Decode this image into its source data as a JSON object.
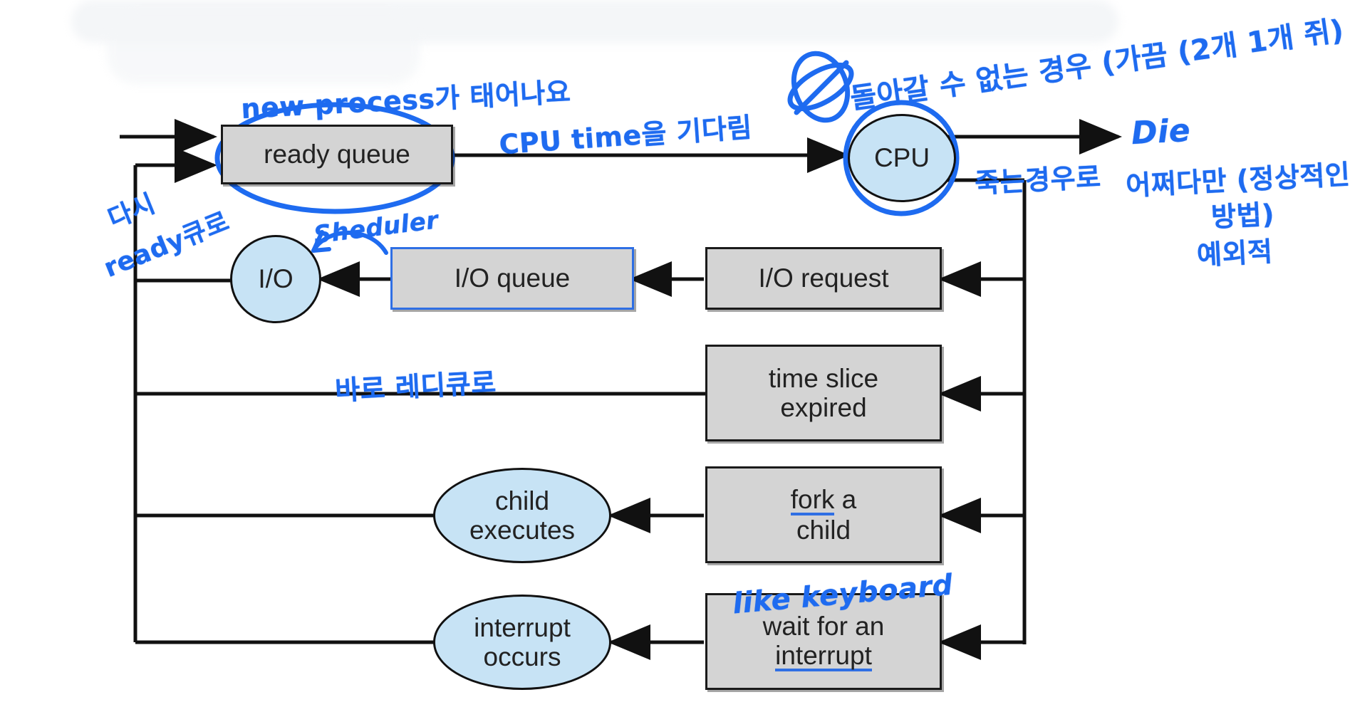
{
  "diagram": {
    "title": "Process scheduling queueing diagram with handwritten annotations",
    "colors": {
      "box_fill": "#d4d4d4",
      "ellipse_fill": "#c7e3f5",
      "stroke": "#1a1a1a",
      "ink": "#1e6bf0",
      "background": "#ffffff"
    },
    "nodes": {
      "ready_queue": "ready queue",
      "cpu": "CPU",
      "io": "I/O",
      "io_queue": "I/O queue",
      "io_request": "I/O request",
      "time_slice_line1": "time slice",
      "time_slice_line2": "expired",
      "child_executes_line1": "child",
      "child_executes_line2": "executes",
      "fork_line1_keyword": "fork",
      "fork_line1_rest": " a",
      "fork_line2": "child",
      "interrupt_occurs_line1": "interrupt",
      "interrupt_occurs_line2": "occurs",
      "wait_interrupt_line1": "wait for an",
      "wait_interrupt_line2": "interrupt"
    },
    "annotations": {
      "new_process": "new process가 태어나요",
      "cpu_time_wait": "CPU time을 기다림",
      "again_ready_queue_l1": "다시",
      "again_ready_queue_l2": "ready큐로",
      "scheduler": "Sheduler",
      "straight_to_ready": "바로 레디큐로",
      "cannot_return_l1": "돌아갈 수 없는 경우 (가끔 (2개 1개 쥐)",
      "die": "Die",
      "exit_path": "죽는경우로",
      "die_note_l1": "어쩌다만 (정상적인",
      "die_note_l2": "방법)",
      "die_note_l3": "예외적",
      "like_keyboard": "like keyboard"
    }
  }
}
